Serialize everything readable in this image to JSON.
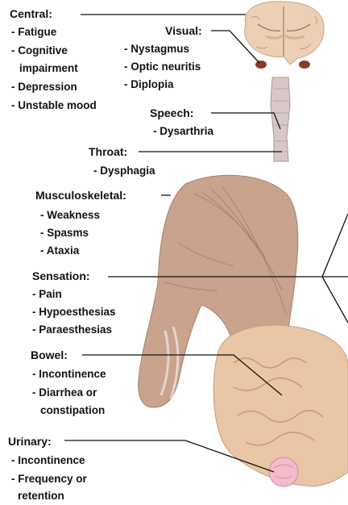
{
  "colors": {
    "text": "#111111",
    "leader_line": "#111111",
    "brain": "#e9cdb4",
    "muscle": "#c9a48e",
    "bowel": "#e8c7a7",
    "bladder": "#f1b8c8"
  },
  "labels": {
    "central": {
      "title": "Central:",
      "items": [
        "- Fatigue",
        "- Cognitive",
        "impairment",
        "- Depression",
        "- Unstable mood"
      ]
    },
    "visual": {
      "title": "Visual:",
      "items": [
        "- Nystagmus",
        "- Optic neuritis",
        "- Diplopia"
      ]
    },
    "speech": {
      "title": "Speech:",
      "items": [
        "- Dysarthria"
      ]
    },
    "throat": {
      "title": "Throat:",
      "items": [
        "- Dysphagia"
      ]
    },
    "musculoskeletal": {
      "title": "Musculoskeletal:",
      "items": [
        "- Weakness",
        "- Spasms",
        "- Ataxia"
      ]
    },
    "sensation": {
      "title": "Sensation:",
      "items": [
        "- Pain",
        "- Hypoesthesias",
        "- Paraesthesias"
      ]
    },
    "bowel": {
      "title": "Bowel:",
      "items": [
        "- Incontinence",
        "- Diarrhea or",
        "constipation"
      ]
    },
    "urinary": {
      "title": "Urinary:",
      "items": [
        "- Incontinence",
        "- Frequency or",
        "retention"
      ]
    }
  },
  "illustrations": [
    "brain-coronal",
    "eyes",
    "throat-larynx",
    "arm-shoulder-muscles",
    "intestines",
    "bladder"
  ]
}
